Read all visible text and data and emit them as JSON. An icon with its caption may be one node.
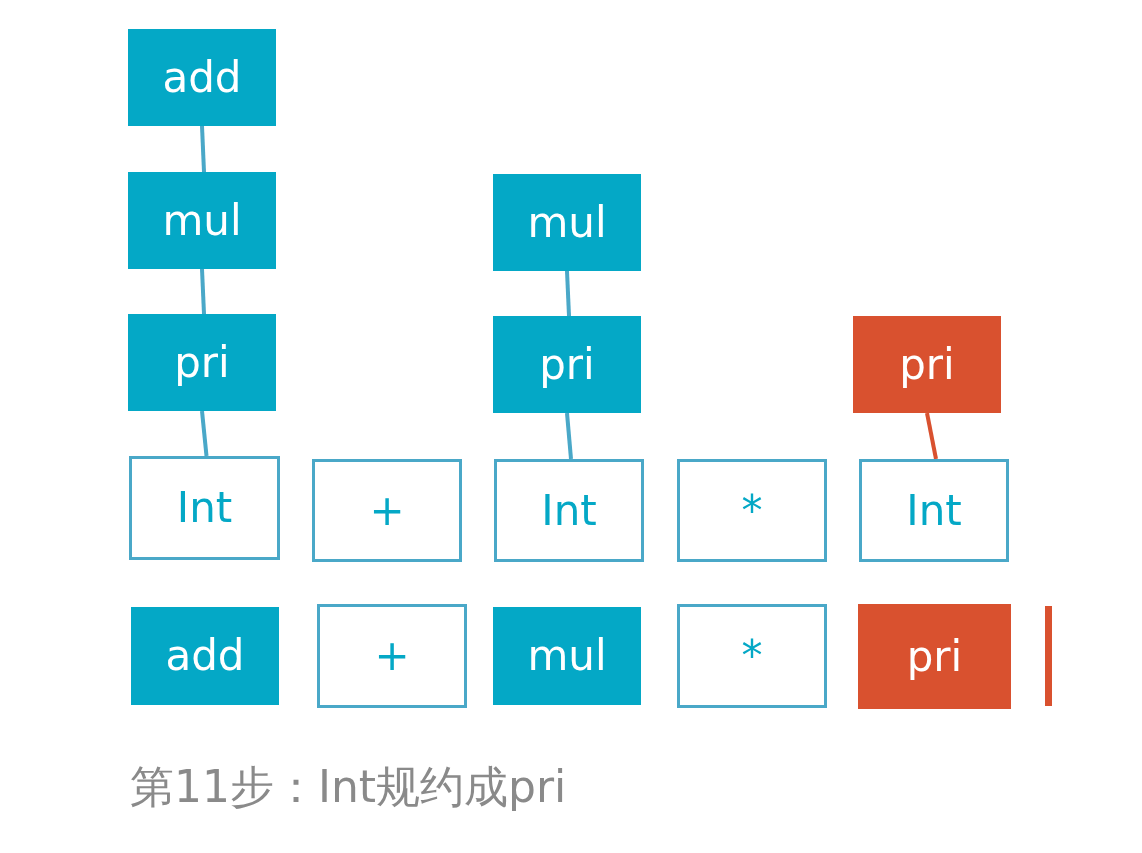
{
  "diagram": {
    "caption": "第11步：Int规约成pri",
    "nodes": [
      {
        "text": [
          "add"
        ]
      },
      {
        "text": [
          "mul"
        ]
      },
      {
        "text": [
          "mul"
        ]
      },
      {
        "text": [
          "pri"
        ]
      },
      {
        "text": [
          "pri"
        ]
      },
      {
        "text": [
          "pri"
        ]
      },
      {
        "text": [
          "Int"
        ]
      },
      {
        "text": [
          "+"
        ]
      },
      {
        "text": [
          "Int"
        ]
      },
      {
        "text": [
          "*"
        ]
      },
      {
        "text": [
          "Int"
        ]
      },
      {
        "text": [
          "add"
        ]
      },
      {
        "text": [
          "+"
        ]
      },
      {
        "text": [
          "mul"
        ]
      },
      {
        "text": [
          "*"
        ]
      },
      {
        "text": [
          "pri"
        ]
      },
      {
        "text": [],
        "shape": "bar"
      }
    ],
    "edges": [
      {
        "from": 0,
        "to": 1,
        "arrow": "none"
      },
      {
        "from": 1,
        "to": 3,
        "arrow": "none"
      },
      {
        "from": 3,
        "to": 6,
        "arrow": "none"
      },
      {
        "from": 2,
        "to": 4,
        "arrow": "none"
      },
      {
        "from": 4,
        "to": 8,
        "arrow": "none"
      },
      {
        "from": 5,
        "to": 10,
        "arrow": "none",
        "color": "#d9512f"
      }
    ]
  }
}
